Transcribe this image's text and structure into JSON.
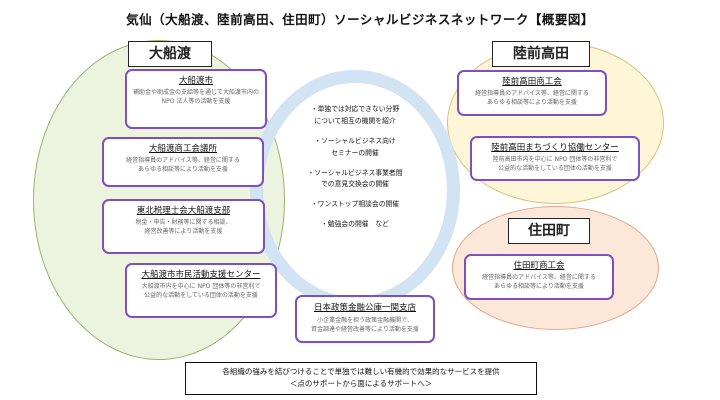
{
  "title": "気仙（大船渡、陸前高田、住田町）ソーシャルビジネスネットワーク【概要図】",
  "regions": {
    "ofunato": "大船渡",
    "rikuzentakata": "陸前高田",
    "sumita": "住田町"
  },
  "orgs": {
    "ofunato_city": {
      "name": "大船渡市",
      "desc": [
        "補助金や助成金の支給等を通じて大船渡市内の",
        "NPO 法人等の活動を支援"
      ]
    },
    "ofunato_cci": {
      "name": "大船渡商工会議所",
      "desc": [
        "経営指導員のアドバイス等、経営に関する",
        "あらゆる相談等により活動を支援"
      ]
    },
    "tohoku_tax": {
      "name": "東北税理士会大船渡支部",
      "desc": [
        "税金・申告・財務等に関する相談、",
        "経営改善等により活動を支援"
      ]
    },
    "ofunato_civic": {
      "name": "大船渡市市民活動支援センター",
      "desc": [
        "大船渡市内を中心に NPO 団体等の非営利で",
        "公益的な活動をしている団体の活動を支援"
      ]
    },
    "rikuzen_cci": {
      "name": "陸前高田商工会",
      "desc": [
        "経営指導員のアドバイス等、経営に関する",
        "あらゆる相談等により活動を支援"
      ]
    },
    "rikuzen_machi": {
      "name": "陸前高田まちづくり協働センター",
      "desc": [
        "陸前高田市内を中心に NPO 団体等の非営利で",
        "公益的な活動をしている団体の活動を支援"
      ]
    },
    "sumita_cci": {
      "name": "住田町商工会",
      "desc": [
        "経営指導員のアドバイス等、経営に関する",
        "あらゆる相談等により活動を支援"
      ]
    },
    "jfc": {
      "name": "日本政策金融公庫一関支店",
      "desc": [
        "小企業金融を担う政策金融機関で、",
        "資金調達や経営改善等により活動を支援"
      ]
    }
  },
  "center_items": [
    [
      "・単独では対応できない分野",
      "について相互の機関を紹介"
    ],
    [
      "・ソーシャルビジネス向け",
      "セミナーの開催"
    ],
    [
      "・ソーシャルビジネス事業者間",
      "での意見交換会の開催"
    ],
    [
      "・ワンストップ相談会の開催"
    ],
    [
      "・勉強会の開催　など"
    ]
  ],
  "summary": {
    "line1": "各組織の強みを結びつけることで単独では難しい有機的で効果的なサービスを提供",
    "line2": "＜点のサポートから面によるサポートへ＞"
  }
}
